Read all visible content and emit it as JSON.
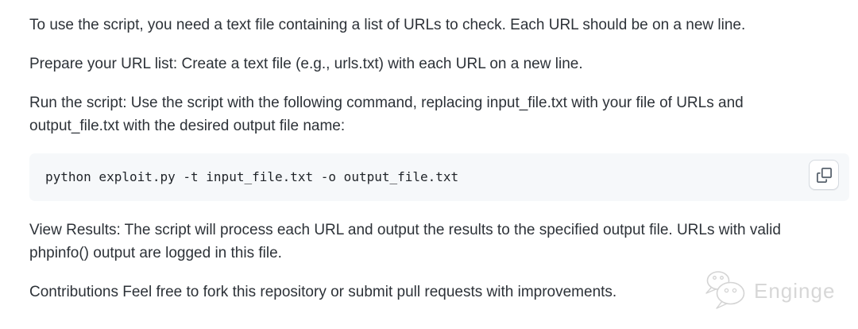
{
  "doc": {
    "paragraphs": [
      {
        "lines": [
          "To use the script, you need a text file containing a list of URLs to check. Each URL should be on a new line."
        ]
      },
      {
        "lines": [
          "Prepare your URL list: Create a text file (e.g., urls.txt) with each URL on a new line."
        ]
      },
      {
        "lines": [
          "Run the script: Use the script with the following command, replacing input_file.txt with your file of URLs and",
          "output_file.txt with the desired output file name:"
        ]
      },
      {
        "lines": [
          "View Results: The script will process each URL and output the results to the specified output file. URLs with valid",
          "phpinfo() output are logged in this file."
        ]
      },
      {
        "lines": [
          "Contributions Feel free to fork this repository or submit pull requests with improvements."
        ]
      }
    ],
    "code_block": {
      "code": "python exploit.py -t input_file.txt -o output_file.txt",
      "copy_button_icon": "copy-icon"
    },
    "watermark": {
      "brand": "Enginge",
      "icon": "wechat-chat-bubbles-icon"
    },
    "colors": {
      "page_background": "#ffffff",
      "body_text": "#2d3238",
      "code_background": "#f6f8fa",
      "code_text": "#1f2328",
      "copy_button_border": "#d5dae0",
      "copy_icon": "#59636e",
      "watermark_gray": "#d7d7d7"
    }
  }
}
